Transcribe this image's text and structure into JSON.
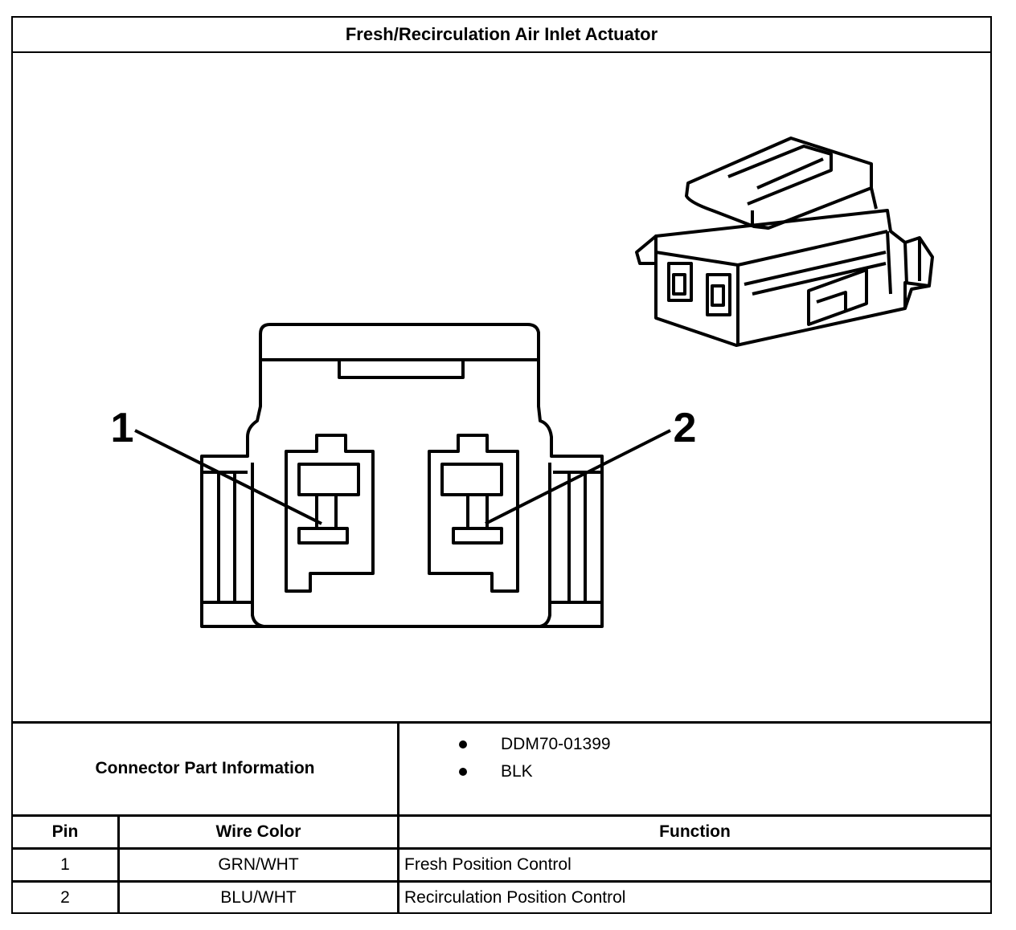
{
  "title": "Fresh/Recirculation Air Inlet Actuator",
  "diagram": {
    "pin_labels": [
      "1",
      "2"
    ]
  },
  "connector_info": {
    "label": "Connector Part Information",
    "parts": [
      "DDM70-01399",
      "BLK"
    ]
  },
  "pin_table": {
    "headers": {
      "pin": "Pin",
      "wire_color": "Wire Color",
      "function": "Function"
    },
    "rows": [
      {
        "pin": "1",
        "wire_color": "GRN/WHT",
        "function": "Fresh Position Control"
      },
      {
        "pin": "2",
        "wire_color": "BLU/WHT",
        "function": "Recirculation Position Control"
      }
    ]
  }
}
